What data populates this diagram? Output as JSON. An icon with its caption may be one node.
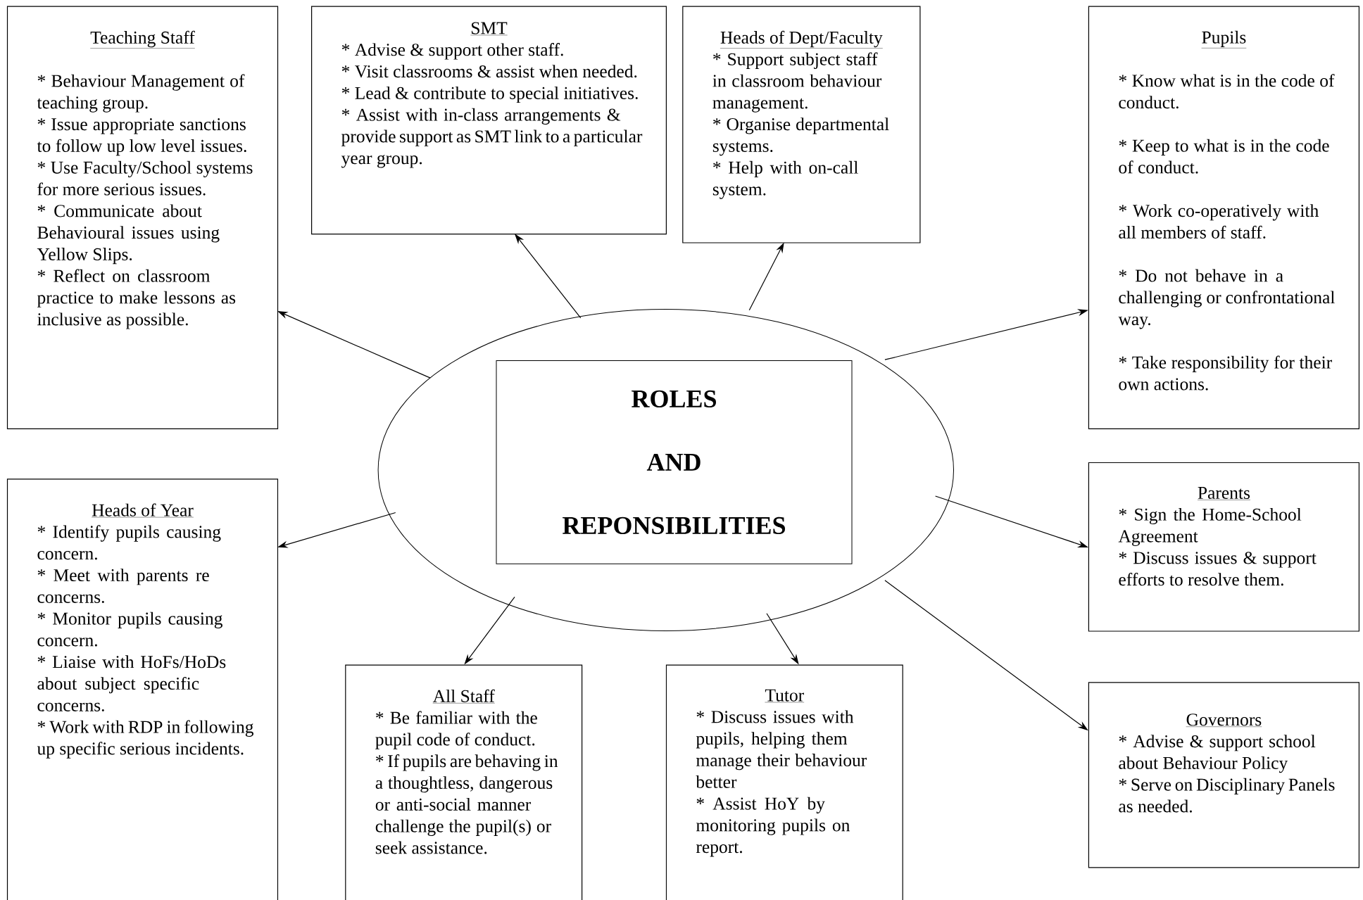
{
  "diagram": {
    "nodes": [
      {
        "text": [
          "Teaching Staff",
          "* Behaviour Management of teaching group.",
          "* Issue appropriate sanctions to follow up low level issues.",
          "* Use Faculty/School systems for more serious issues.",
          "* Communicate about Behavioural issues using Yellow Slips.",
          "* Reflect on classroom practice to make lessons as inclusive as possible."
        ]
      },
      {
        "text": [
          "SMT",
          "* Advise & support other staff.",
          "* Visit classrooms & assist when needed.",
          "* Lead & contribute to special initiatives.",
          "* Assist with in-class arrangements & provide support as SMT link to a particular year group."
        ]
      },
      {
        "text": [
          "Heads of Dept/Faculty",
          "* Support subject staff in classroom behaviour management.",
          "* Organise departmental systems.",
          "* Help with on-call system."
        ]
      },
      {
        "text": [
          "Pupils",
          "* Know what is in the code of conduct.",
          "* Keep to what is in the code of conduct.",
          "* Work co-operatively with all members of staff.",
          "* Do not behave in a challenging or confrontational way.",
          "* Take responsibility for their own actions."
        ]
      },
      {
        "text": [],
        "shape": "ellipse"
      },
      {
        "text": [
          "ROLES",
          "AND",
          "REPONSIBILITIES"
        ],
        "in": 4
      },
      {
        "text": [
          "Heads of Year",
          "* Identify pupils causing concern.",
          "* Meet with parents re concerns.",
          "* Monitor pupils causing concern.",
          "* Liaise with HoFs/HoDs about subject specific concerns.",
          "* Work with RDP in following up specific serious incidents."
        ]
      },
      {
        "text": [
          "Parents",
          "* Sign the Home-School Agreement",
          "* Discuss issues & support efforts to resolve them."
        ]
      },
      {
        "text": [
          "All Staff",
          "* Be familiar with the pupil code of conduct.",
          "* If pupils are behaving in a thoughtless, dangerous or anti-social manner challenge the pupil(s) or seek assistance."
        ]
      },
      {
        "text": [
          "Tutor",
          "* Discuss issues with pupils, helping them manage their behaviour better",
          "* Assist HoY by monitoring pupils on report."
        ]
      },
      {
        "text": [
          "Governors",
          "* Advise & support school about Behaviour Policy",
          "* Serve on Disciplinary Panels as needed."
        ]
      }
    ],
    "edges": [
      {
        "from": 4,
        "to": 0,
        "arrow": "to"
      },
      {
        "from": 4,
        "to": 1,
        "arrow": "to"
      },
      {
        "from": 4,
        "to": 2,
        "arrow": "to"
      },
      {
        "from": 4,
        "to": 3,
        "arrow": "to"
      },
      {
        "from": 4,
        "to": 6,
        "arrow": "to"
      },
      {
        "from": 4,
        "to": 8,
        "arrow": "to"
      },
      {
        "from": 4,
        "to": 9,
        "arrow": "to"
      },
      {
        "from": 4,
        "to": 7,
        "arrow": "to"
      },
      {
        "from": 4,
        "to": 10,
        "arrow": "to"
      }
    ]
  }
}
